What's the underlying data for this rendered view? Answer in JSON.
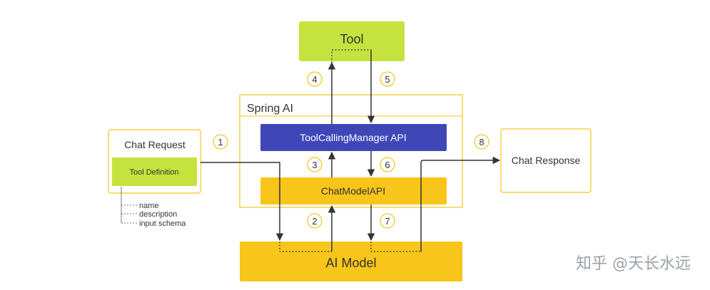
{
  "boxes": {
    "tool": "Tool",
    "spring_ai": "Spring AI",
    "tool_calling_manager": "ToolCallingManager API",
    "chat_model": "ChatModelAPI",
    "ai_model": "AI Model",
    "chat_request": "Chat Request",
    "tool_definition": "Tool Definition",
    "chat_response": "Chat Response"
  },
  "tool_definition_fields": [
    "name",
    "description",
    "input schema"
  ],
  "steps": [
    "1",
    "2",
    "3",
    "4",
    "5",
    "6",
    "7",
    "8"
  ],
  "watermark": "知乎 @天长水远",
  "colors": {
    "tool_green": "#c6e23e",
    "spring_border": "#f5c518",
    "manager_blue": "#3f47b8",
    "chat_model_yellow": "#f8c51a",
    "ai_model_yellow": "#f8c51a",
    "arrow": "#333333"
  }
}
